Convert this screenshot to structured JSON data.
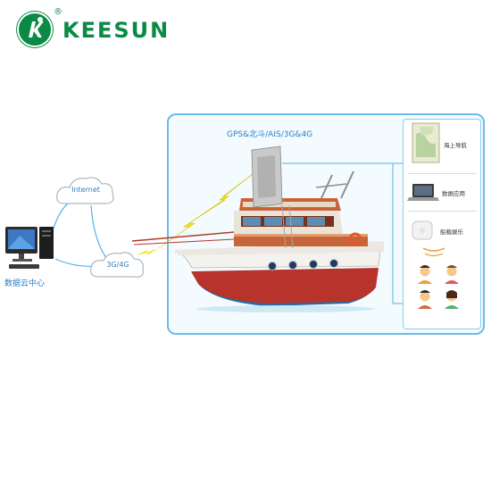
{
  "brand": {
    "name": "KEESUN",
    "registered": "®",
    "color": "#0b8a45"
  },
  "diagram": {
    "satellite_label": "GPS&北斗/AIS/3G&4G",
    "internet_label": "Internet",
    "network_label": "3G/4G",
    "datacenter_label": "数据云中心",
    "panel": {
      "navigation_label": "海上导航",
      "data_app_label": "数据应用",
      "entertainment_label": "船载娱乐"
    },
    "colors": {
      "frame_border": "#6cbbe8",
      "link_line": "#4fb3e8",
      "bolt": "#f2e31a",
      "label": "#2d7dc4"
    }
  }
}
